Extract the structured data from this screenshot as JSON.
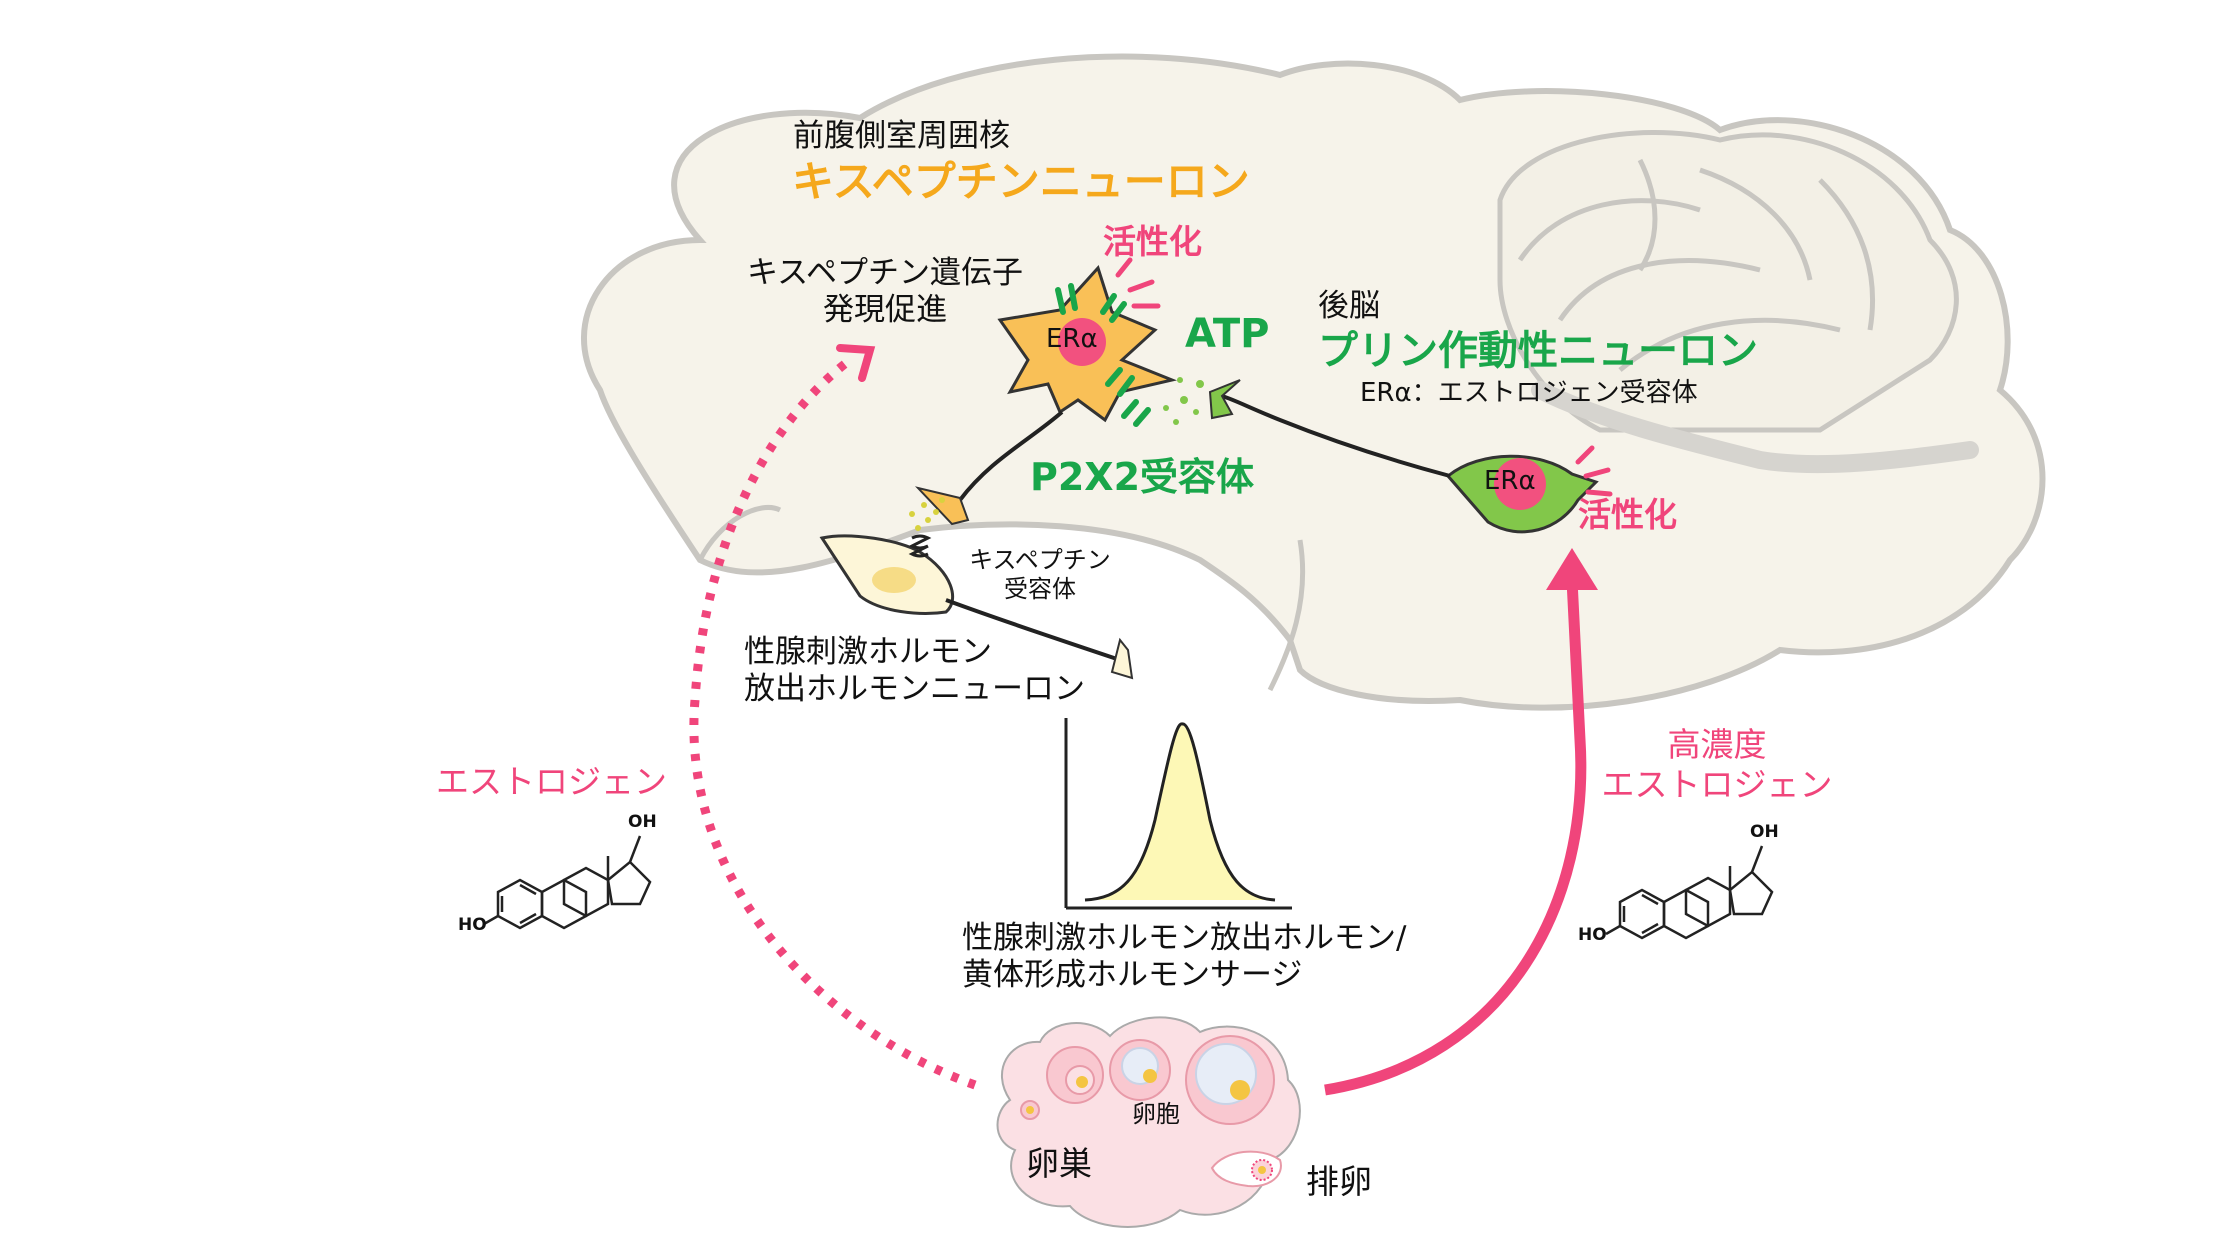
{
  "labels": {
    "kisspeptin_region": "前腹側室周囲核",
    "kisspeptin_neuron": "キスペプチンニューロン",
    "activation_top": "活性化",
    "gene_expression_line1": "キスペプチン遺伝子",
    "gene_expression_line2": "発現促進",
    "era_kiss": "ERα",
    "atp": "ATP",
    "hindbrain": "後脳",
    "purinergic_neuron": "プリン作動性ニューロン",
    "era_definition": "ERα：エストロジェン受容体",
    "era_purin": "ERα",
    "activation_right": "活性化",
    "p2x2": "P2X2受容体",
    "kiss_receptor_line1": "キスペプチン",
    "kiss_receptor_line2": "受容体",
    "gnrh_line1": "性腺刺激ホルモン",
    "gnrh_line2": "放出ホルモンニューロン",
    "surge_line1": "性腺刺激ホルモン放出ホルモン/",
    "surge_line2": "黄体形成ホルモンサージ",
    "estrogen_left": "エストロジェン",
    "high_estrogen_line1": "高濃度",
    "high_estrogen_line2": "エストロジェン",
    "ovary": "卵巣",
    "follicle": "卵胞",
    "ovulation": "排卵",
    "oh_left": "OH",
    "ho_left": "HO",
    "oh_right": "OH",
    "ho_right": "HO"
  },
  "colors": {
    "brain_fill": "#f6f3ea",
    "brain_stroke": "#c8c6c1",
    "kisspeptin_orange": "#f5a81c",
    "kisspeptin_cell": "#f9c057",
    "purinergic_green": "#19a64a",
    "purinergic_cell": "#82c74a",
    "estrogen_pink": "#f0457b",
    "nucleus_pink": "#f2517f",
    "gnrh_cell": "#fdf6d8",
    "surge_fill": "#fdf8b6",
    "ovary_fill": "#fbe0e4"
  }
}
